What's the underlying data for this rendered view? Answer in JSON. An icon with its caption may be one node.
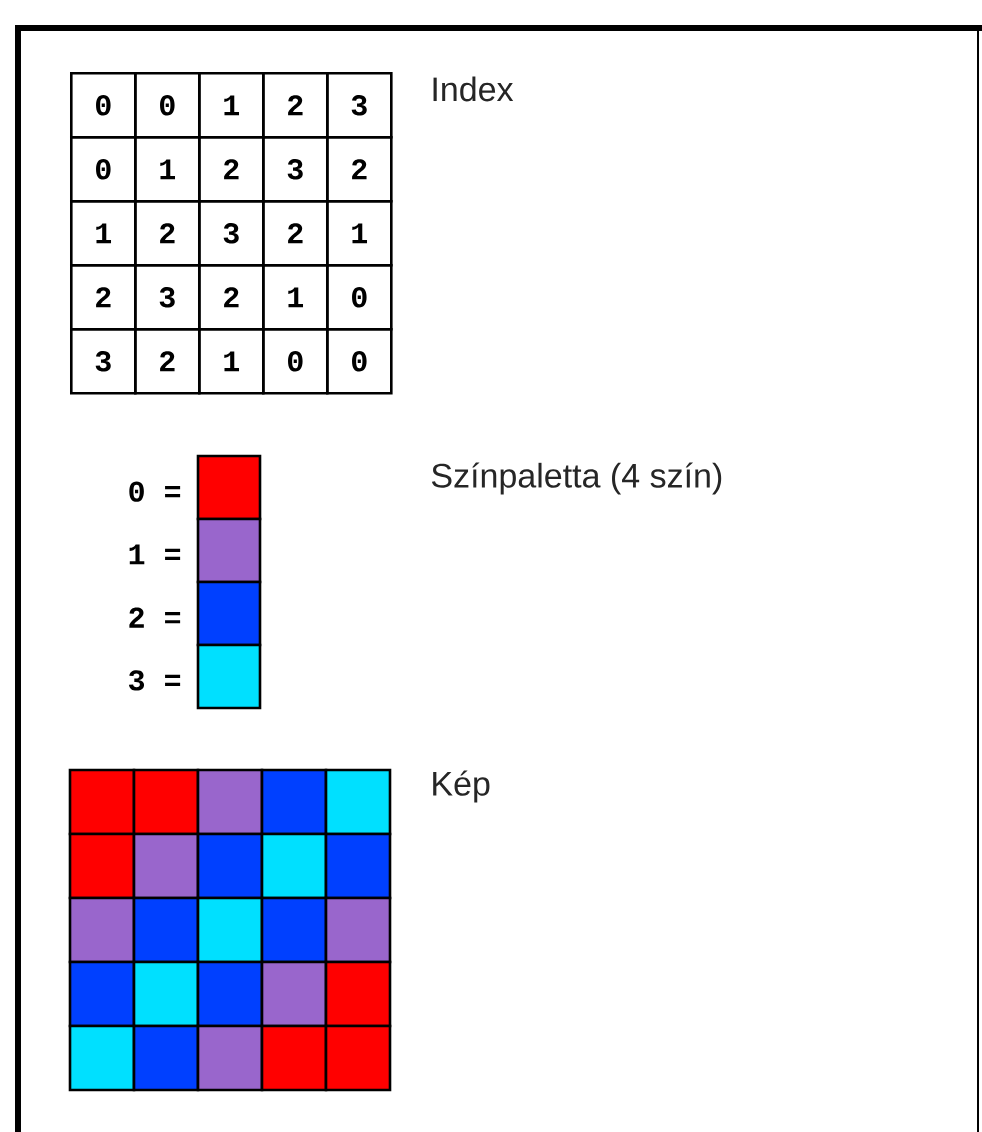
{
  "diagram": {
    "labels": [
      "Index",
      "0",
      "0",
      "1",
      "2",
      "3",
      "0",
      "1",
      "2",
      "3",
      "2",
      "1",
      "2",
      "3",
      "2",
      "1",
      "2",
      "3",
      "2",
      "1",
      "0",
      "3",
      "2",
      "1",
      "0",
      "0",
      "Színpaletta (4 szín)",
      "Kép"
    ],
    "legend": [
      {
        "text": "0 =",
        "color": "#ff0000"
      },
      {
        "text": "1 =",
        "color": "#9966cc"
      },
      {
        "text": "2 =",
        "color": "#0040ff"
      },
      {
        "text": "3 =",
        "color": "#00e0ff"
      }
    ]
  }
}
